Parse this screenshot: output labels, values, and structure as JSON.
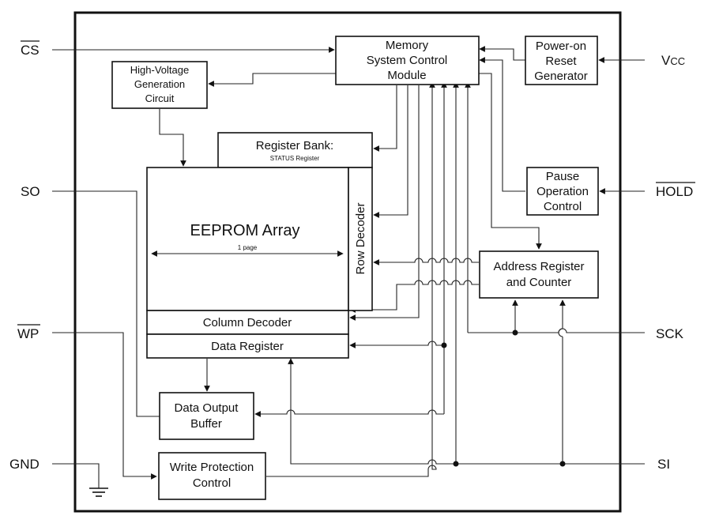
{
  "pins": {
    "cs": "CS",
    "so": "SO",
    "wp": "WP",
    "gnd": "GND",
    "vcc_main": "V",
    "vcc_sub": "CC",
    "hold": "HOLD",
    "sck": "SCK",
    "si": "SI"
  },
  "blocks": {
    "mscm": [
      "Memory",
      "System Control",
      "Module"
    ],
    "por": [
      "Power-on",
      "Reset",
      "Generator"
    ],
    "hv": [
      "High-Voltage",
      "Generation",
      "Circuit"
    ],
    "register_bank": "Register Bank:",
    "status_register": "STATUS Register",
    "pause": [
      "Pause",
      "Operation",
      "Control"
    ],
    "eeprom": "EEPROM Array",
    "page": "1 page",
    "row_decoder": "Row Decoder",
    "addr": [
      "Address Register",
      "and Counter"
    ],
    "column_decoder": "Column Decoder",
    "data_register": "Data Register",
    "dob": [
      "Data Output",
      "Buffer"
    ],
    "wpc": [
      "Write Protection",
      "Control"
    ]
  }
}
